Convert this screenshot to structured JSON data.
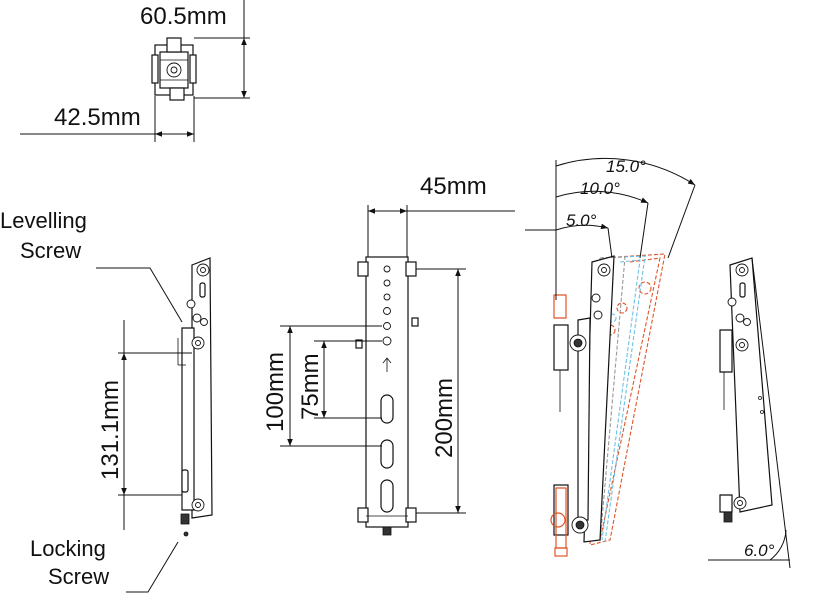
{
  "dimensions": {
    "top_height": "60.5mm",
    "top_width": "42.5mm",
    "width": "45mm",
    "height_131": "131.1mm",
    "height_100": "100mm",
    "height_75": "75mm",
    "height_200": "200mm"
  },
  "labels": {
    "levelling_line1": "Levelling",
    "levelling_line2": "Screw",
    "locking_line1": "Locking",
    "locking_line2": "Screw"
  },
  "angles": {
    "a15": "15.0°",
    "a10": "10.0°",
    "a5": "5.0°",
    "a6": "6.0°"
  },
  "colors": {
    "tilt_15": "#e0552a",
    "tilt_10": "#6ec1e4",
    "tilt_5": "#999999"
  }
}
